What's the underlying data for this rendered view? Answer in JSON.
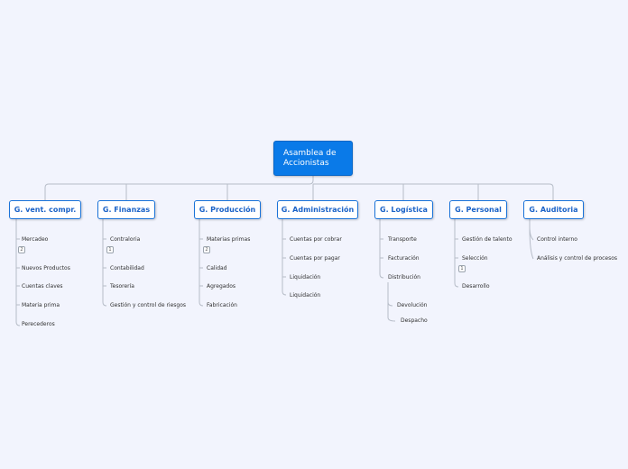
{
  "root": {
    "line1": "Asamblea de",
    "line2": "Accionistas"
  },
  "departments": [
    {
      "label": "G. vent. compr.",
      "items": [
        "Mercadeo",
        "Nuevos Productos",
        "Cuentas claves",
        "Materia prima",
        "Perecederos"
      ],
      "badge": "2"
    },
    {
      "label": "G. Finanzas",
      "items": [
        "Contraloria",
        "Contabilidad",
        "Tesorería",
        "Gestión y control de riesgos"
      ],
      "badge": "1"
    },
    {
      "label": "G. Producción",
      "items": [
        "Materias primas",
        "Calidad",
        "Agregados",
        "Fabricación"
      ],
      "badge": "2"
    },
    {
      "label": "G. Administración",
      "items": [
        "Cuentas por cobrar",
        "Cuentas por pagar",
        "Liquidación",
        "Liquidación"
      ]
    },
    {
      "label": "G. Logística",
      "items": [
        "Transporte",
        "Facturación",
        "Distribución"
      ],
      "subitems": [
        "Devolución",
        "Despacho"
      ]
    },
    {
      "label": "G. Personal",
      "items": [
        "Gestión de talento",
        "Selección",
        "Desarrollo"
      ],
      "badge": "1"
    },
    {
      "label": "G. Auditoria",
      "items": [
        "Control interno",
        "Análisis y control de procesos"
      ]
    }
  ]
}
